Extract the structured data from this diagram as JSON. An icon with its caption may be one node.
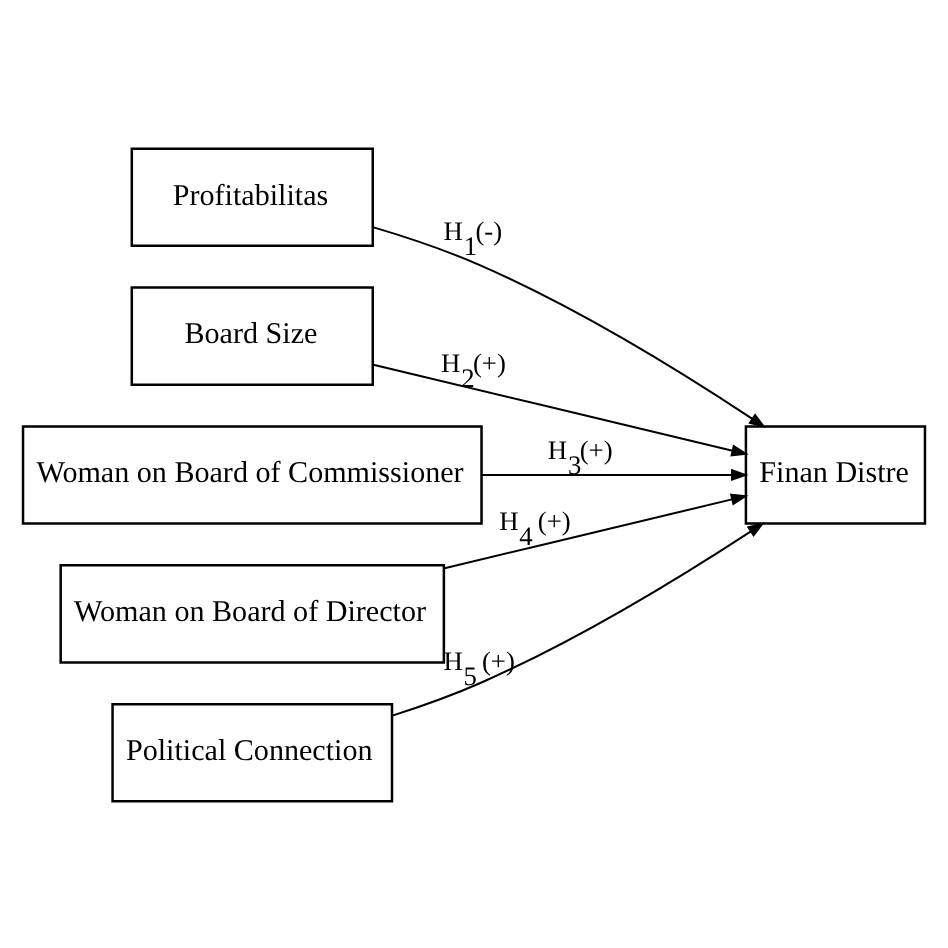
{
  "diagram": {
    "nodes": [
      {
        "text": [
          "Profitabilitas"
        ]
      },
      {
        "text": [
          "Board Size"
        ]
      },
      {
        "text": [
          "Woman on Board of Commissioner"
        ]
      },
      {
        "text": [
          "Woman on Board of Director"
        ]
      },
      {
        "text": [
          "Political Connection"
        ]
      },
      {
        "text": [
          "Finan Distre"
        ]
      }
    ],
    "edges": [
      {
        "from": 0,
        "to": 5,
        "arrow": "to",
        "label": "H$_{1}$(-)"
      },
      {
        "from": 1,
        "to": 5,
        "arrow": "to",
        "label": "H$_{2}$(+)"
      },
      {
        "from": 2,
        "to": 5,
        "arrow": "to",
        "label": "H$_{3}$(+)"
      },
      {
        "from": 3,
        "to": 5,
        "arrow": "to",
        "label": "H$_{4}$ (+)"
      },
      {
        "from": 4,
        "to": 5,
        "arrow": "to",
        "label": "H$_{5}$ (+)"
      }
    ]
  }
}
